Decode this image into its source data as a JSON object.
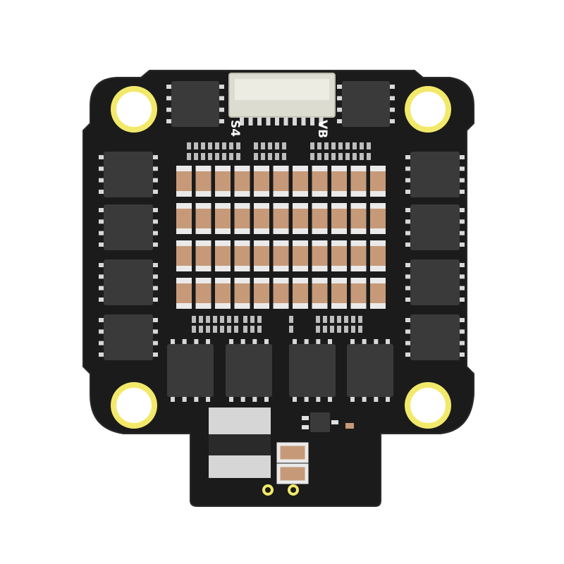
{
  "product": {
    "silkscreen": {
      "signal_label": "S4",
      "battery_label": "VB"
    },
    "capacitor_grid": {
      "rows": 4,
      "columns": 11
    },
    "colors": {
      "board": "#1b1b1b",
      "board_edge": "#2a2a2a",
      "mounting_ring": "#f2e96a",
      "mounting_ring_inner": "#ffffff",
      "mosfet_body": "#3a3a3a",
      "mosfet_pin": "#d8d8d8",
      "capacitor_body": "#c69a78",
      "capacitor_terminal": "#eaeaea",
      "connector": "#dcdcd0",
      "silkscreen": "#ffffff"
    }
  }
}
